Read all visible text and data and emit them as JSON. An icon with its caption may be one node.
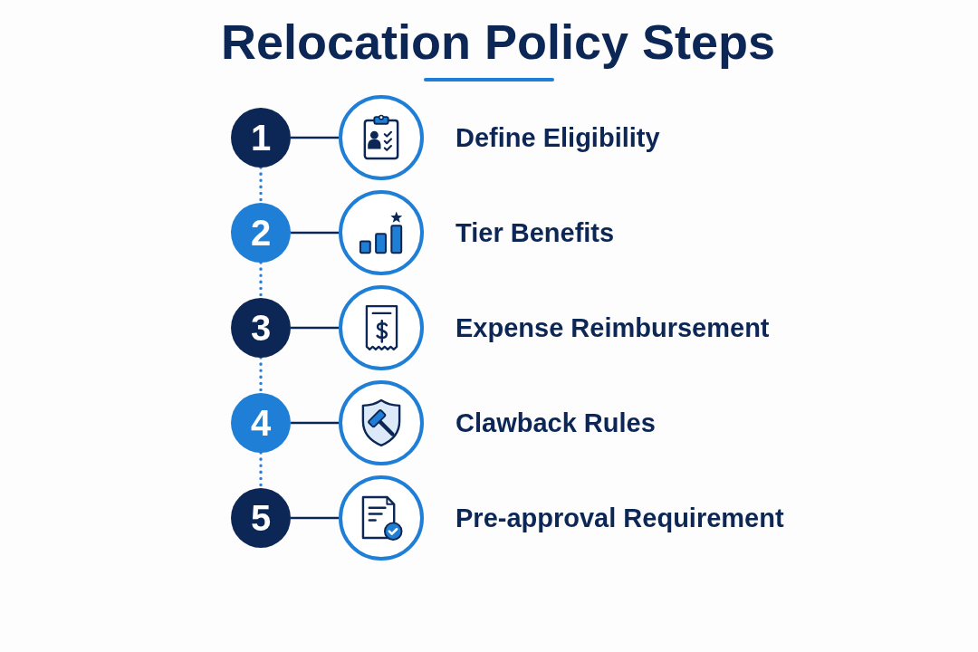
{
  "diagram": {
    "title": "Relocation Policy Steps",
    "nodes": [
      {
        "text": [
          "1"
        ]
      },
      {
        "text": [],
        "shape": "circle",
        "beside": [
          "Define Eligibility"
        ]
      },
      {
        "text": [
          "2"
        ]
      },
      {
        "text": [],
        "shape": "circle",
        "beside": [
          "Tier Benefits"
        ]
      },
      {
        "text": [
          "3"
        ]
      },
      {
        "text": [],
        "shape": "circle",
        "beside": [
          "Expense Reimbursement"
        ]
      },
      {
        "text": [
          "4"
        ]
      },
      {
        "text": [],
        "shape": "circle",
        "beside": [
          "Clawback Rules"
        ]
      },
      {
        "text": [
          "5"
        ]
      },
      {
        "text": [],
        "shape": "circle",
        "beside": [
          "Pre-approval Requirement"
        ]
      }
    ],
    "edges": [
      {
        "from": 0,
        "to": 1,
        "arrow": "none"
      },
      {
        "from": 0,
        "to": 2,
        "arrow": "none",
        "style": "dashed",
        "color": "#2f80d6"
      },
      {
        "from": 2,
        "to": 3,
        "arrow": "none"
      },
      {
        "from": 2,
        "to": 4,
        "arrow": "none",
        "style": "dashed",
        "color": "#2f80d6"
      },
      {
        "from": 4,
        "to": 5,
        "arrow": "none"
      },
      {
        "from": 4,
        "to": 6,
        "arrow": "none",
        "style": "dashed",
        "color": "#2f80d6"
      },
      {
        "from": 6,
        "to": 7,
        "arrow": "none"
      },
      {
        "from": 6,
        "to": 8,
        "arrow": "none",
        "style": "dashed",
        "color": "#2f80d6"
      },
      {
        "from": 8,
        "to": 9,
        "arrow": "none"
      }
    ]
  }
}
